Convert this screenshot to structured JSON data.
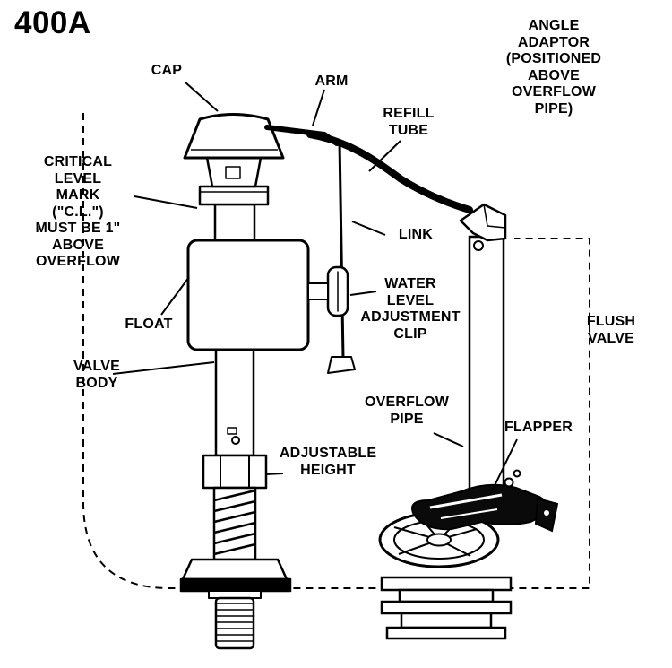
{
  "title": "400A",
  "labels": {
    "cap": "CAP",
    "arm": "ARM",
    "refill_tube": "REFILL\nTUBE",
    "angle_adaptor": "ANGLE\nADAPTOR\n(POSITIONED\nABOVE\nOVERFLOW\nPIPE)",
    "critical_level": "CRITICAL\nLEVEL\nMARK\n(\"C.L.\")\nMUST BE 1\"\nABOVE\nOVERFLOW",
    "link": "LINK",
    "water_level_clip": "WATER\nLEVEL\nADJUSTMENT\nCLIP",
    "float": "FLOAT",
    "valve_body": "VALVE\nBODY",
    "flush_valve": "FLUSH\nVALVE",
    "overflow_pipe": "OVERFLOW\nPIPE",
    "flapper": "FLAPPER",
    "adjustable_height": "ADJUSTABLE\nHEIGHT"
  },
  "colors": {
    "ink": "#000000",
    "background": "#ffffff"
  }
}
